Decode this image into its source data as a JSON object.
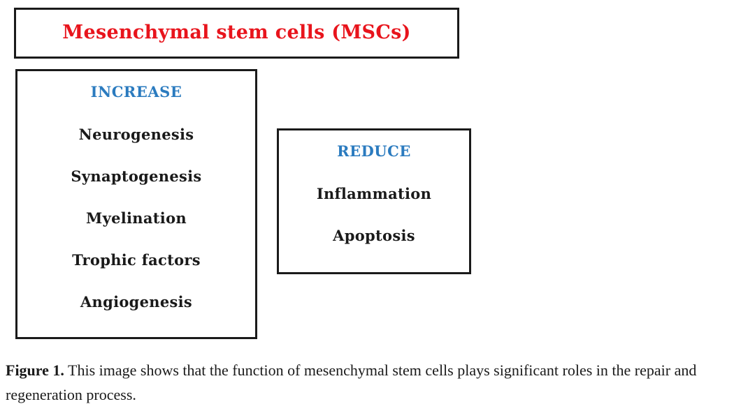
{
  "diagram": {
    "title": "Mesenchymal stem cells (MSCs)",
    "increase": {
      "heading": "INCREASE",
      "items": [
        "Neurogenesis",
        "Synaptogenesis",
        "Myelination",
        "Trophic factors",
        "Angiogenesis"
      ]
    },
    "reduce": {
      "heading": "REDUCE",
      "items": [
        "Inflammation",
        "Apoptosis"
      ]
    },
    "colors": {
      "title": "#e8141c",
      "heading": "#2b7bbf",
      "text": "#1a1a1a",
      "border": "#1a1a1a"
    }
  },
  "caption": {
    "label": "Figure 1.",
    "text": " This image shows that the function of mesenchymal stem cells plays significant roles in the repair and regeneration process."
  }
}
